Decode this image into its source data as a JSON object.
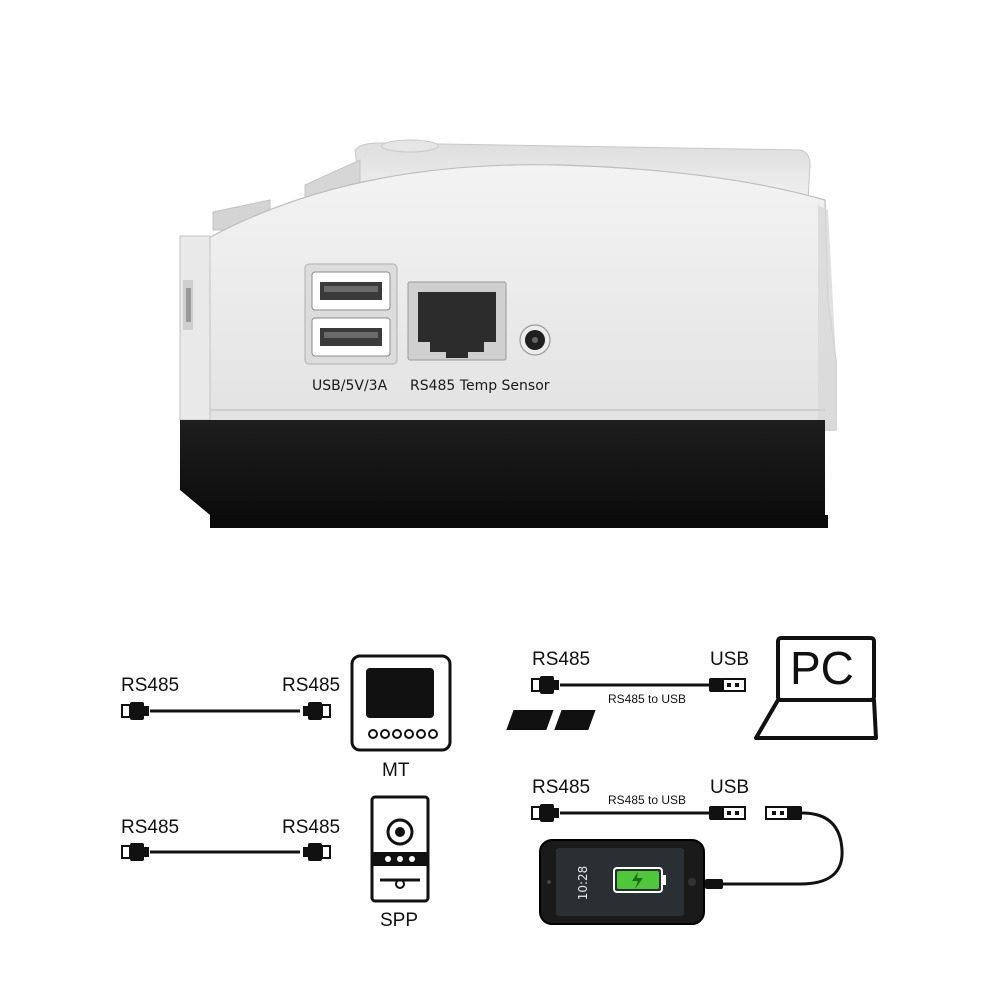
{
  "device": {
    "usb_port_label": "USB/5V/3A",
    "rs485_port_label": "RS485 Temp Sensor"
  },
  "diagram": {
    "mt": {
      "left_label": "RS485",
      "right_label": "RS485",
      "device_label": "MT"
    },
    "spp": {
      "left_label": "RS485",
      "right_label": "RS485",
      "device_label": "SPP"
    },
    "pc": {
      "left_label": "RS485",
      "right_label": "USB",
      "cable_label": "RS485 to USB",
      "device_label": "PC"
    },
    "phone": {
      "left_label": "RS485",
      "right_label": "USB",
      "cable_label": "RS485 to USB",
      "clock": "10:28"
    }
  }
}
